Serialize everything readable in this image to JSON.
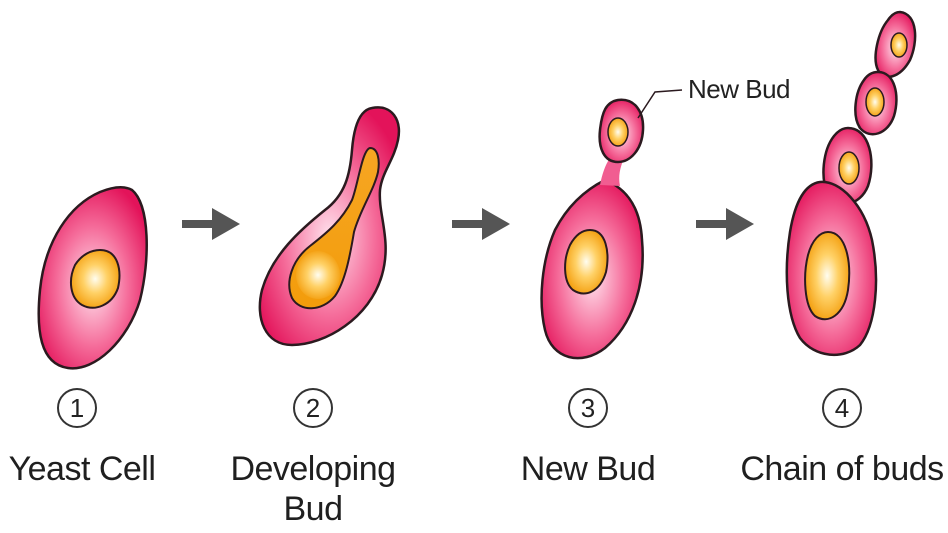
{
  "stages": [
    {
      "number": "1",
      "label": "Yeast Cell"
    },
    {
      "number": "2",
      "label_line1": "Developing",
      "label_line2": "Bud"
    },
    {
      "number": "3",
      "label": "New Bud"
    },
    {
      "number": "4",
      "label": "Chain of buds"
    }
  ],
  "callout": {
    "label": "New Bud"
  },
  "colors": {
    "cell_outer": "#e8175d",
    "cell_inner": "#ffd6e4",
    "nucleus_outer": "#f39c0b",
    "nucleus_inner": "#fffbe6",
    "arrow": "#555555",
    "outline": "#2b1a1f"
  }
}
